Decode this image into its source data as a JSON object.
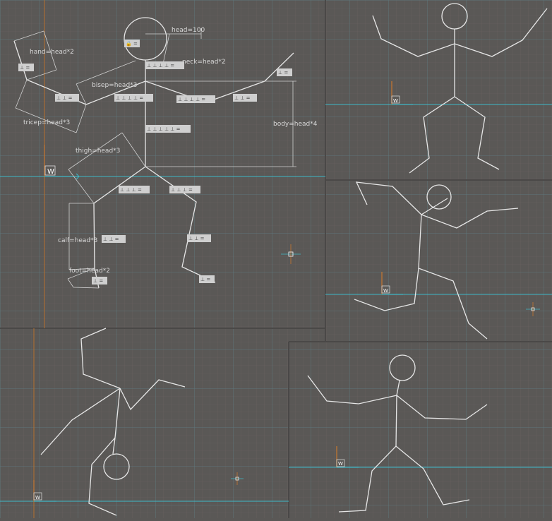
{
  "colors": {
    "background": "#5a5856",
    "grid_minor": "#6b6261",
    "grid_major": "#5f7f86",
    "axis_x": "#3fb8c8",
    "axis_y": "#c8782f",
    "stroke": "#e6e6e6",
    "tag_fill": "#cfcfcf"
  },
  "ucs_label": "W",
  "dimensions": {
    "head": "head=100",
    "neck": "neck=head*2",
    "hand": "hand=head*2",
    "bisep": "bisep=head*3",
    "tricep": "tricep=head*3",
    "thigh": "thigh=head*3",
    "body": "body=head*4",
    "calf": "calf=head*3",
    "foot": "foot=head*2"
  },
  "constraint_tags": [
    {
      "id": "head",
      "text": "🔒 ="
    },
    {
      "id": "neck",
      "text": "⊥ ⊥ ⊥ ⊥ ="
    },
    {
      "id": "hand-r",
      "text": "⊥ ="
    },
    {
      "id": "hand-l",
      "text": "⊥ ="
    },
    {
      "id": "forearm-l",
      "text": "⊥ ⊥ ="
    },
    {
      "id": "shoulder-l",
      "text": "⊥ ⊥ ⊥ ⊥ ="
    },
    {
      "id": "shoulder-r",
      "text": "⊥ ⊥ ⊥ ⊥ ="
    },
    {
      "id": "forearm-r",
      "text": "⊥ ⊥ ="
    },
    {
      "id": "body",
      "text": "⊥ ⊥ ⊥ ⊥ ⊥ ="
    },
    {
      "id": "thigh-l",
      "text": "⊥ ⊥ ⊥ ="
    },
    {
      "id": "thigh-r",
      "text": "⊥ ⊥ ⊥ ="
    },
    {
      "id": "calf-l",
      "text": "⊥ ⊥ ="
    },
    {
      "id": "calf-r",
      "text": "⊥ ⊥ ="
    },
    {
      "id": "foot-l",
      "text": "⊥ ="
    },
    {
      "id": "foot-r",
      "text": "⊥ ="
    }
  ]
}
